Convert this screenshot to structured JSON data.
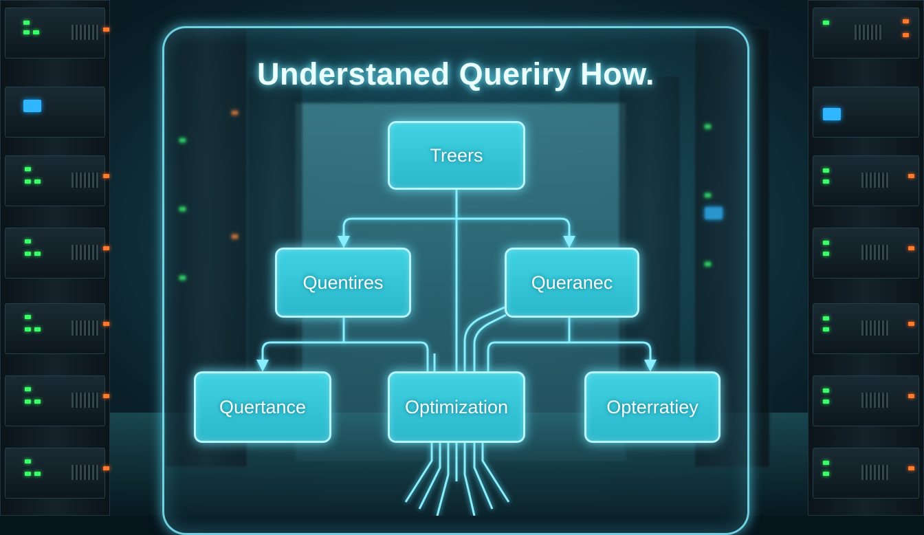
{
  "title": "Understaned Queriry How.",
  "diagram": {
    "nodes": {
      "root": "Treers",
      "left_mid": "Quentires",
      "right_mid": "Queranec",
      "bottom_left": "Quertance",
      "bottom_center": "Optimization",
      "bottom_right": "Opterratiey"
    }
  },
  "colors": {
    "node_fill": "#35c6d8",
    "node_border": "#b8f6ff",
    "glow": "#5ae6ff",
    "led_green": "#3cff6a",
    "led_orange": "#ff7a2c"
  }
}
